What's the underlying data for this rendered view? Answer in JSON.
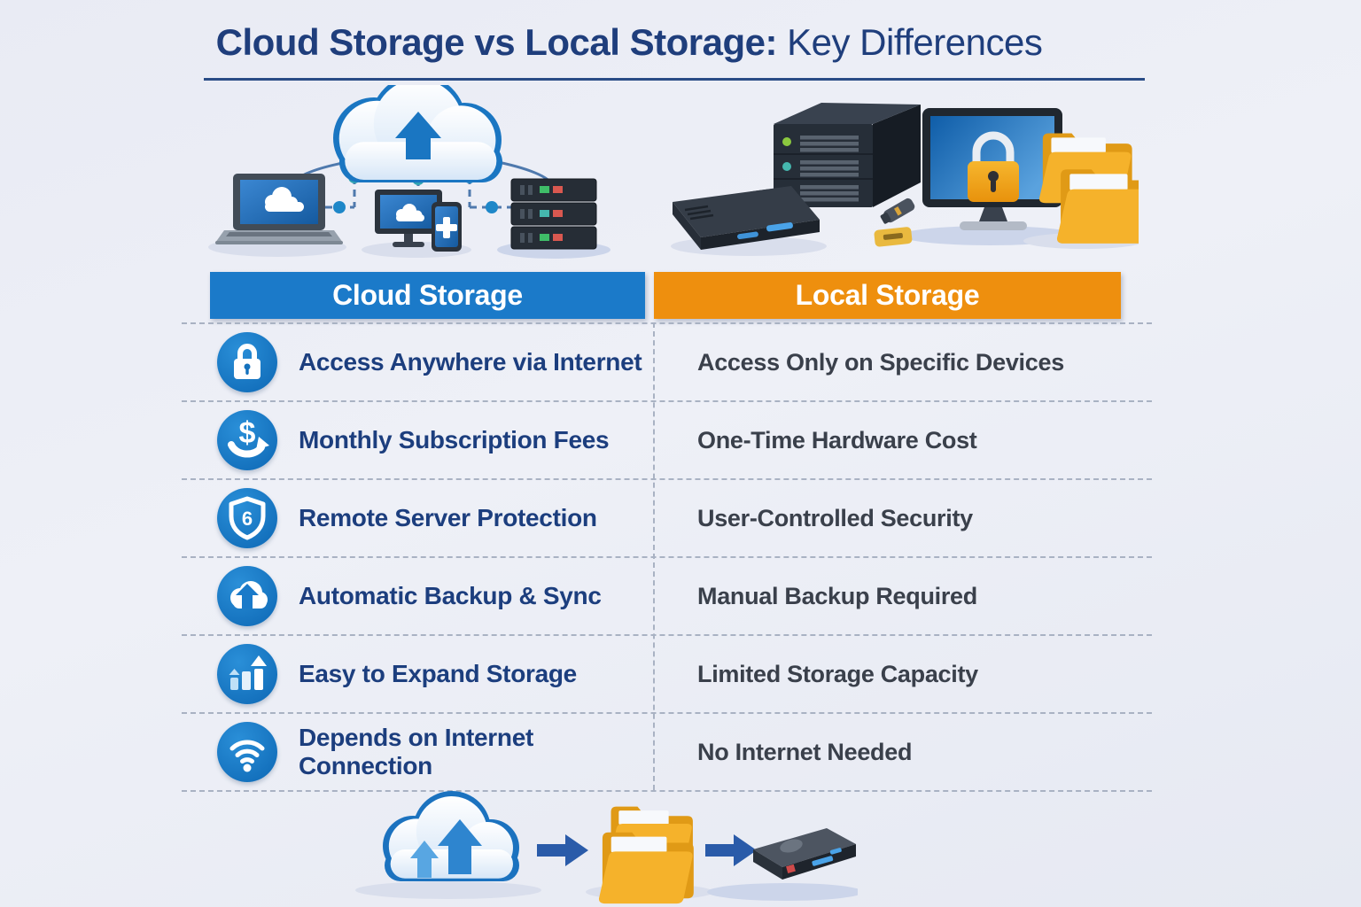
{
  "title": {
    "emphasis": "Cloud Storage vs Local Storage:",
    "suffix": " Key Differences"
  },
  "table": {
    "headers": [
      {
        "label": "Cloud Storage",
        "color": "#1b7ac9"
      },
      {
        "label": "Local Storage",
        "color": "#ee8f0e"
      }
    ],
    "rows": [
      {
        "icon": "lock-icon",
        "cloud": "Access Anywhere via Internet",
        "local": "Access Only on Specific Devices"
      },
      {
        "icon": "dollar-sync-icon",
        "cloud": "Monthly Subscription Fees",
        "local": "One-Time Hardware Cost"
      },
      {
        "icon": "shield-icon",
        "shield_digit": "6",
        "cloud": "Remote Server Protection",
        "local": "User-Controlled Security"
      },
      {
        "icon": "cloud-upload-icon",
        "cloud": "Automatic Backup & Sync",
        "local": "Manual Backup Required"
      },
      {
        "icon": "storage-growth-icon",
        "cloud": "Easy to Expand Storage",
        "local": "Limited Storage Capacity"
      },
      {
        "icon": "wifi-icon",
        "cloud": "Depends on Internet Connection",
        "local": "No Internet Needed"
      }
    ]
  },
  "colors": {
    "title_navy": "#1f3e7c",
    "row_label_blue": "#1c3e7e",
    "row_text_dark": "#3a404b",
    "icon_circle_blue": "#1878c5",
    "header_blue": "#1b7ac9",
    "header_orange": "#ee8f0e",
    "folder_yellow": "#f5b22b",
    "background": "#eaedf5"
  },
  "illustrations": {
    "cloud_side_icons": [
      "upload-cloud-icon",
      "laptop-icon",
      "monitor-icon",
      "smartphone-icon",
      "server-rack-icon"
    ],
    "local_side_icons": [
      "external-drive-icon",
      "server-tower-icon",
      "locked-monitor-icon",
      "usb-drive-icon",
      "folder-icon"
    ],
    "footer_flow_icons": [
      "upload-cloud-icon",
      "arrow-right-icon",
      "folder-stack-icon",
      "arrow-right-icon",
      "external-drive-icon"
    ]
  }
}
